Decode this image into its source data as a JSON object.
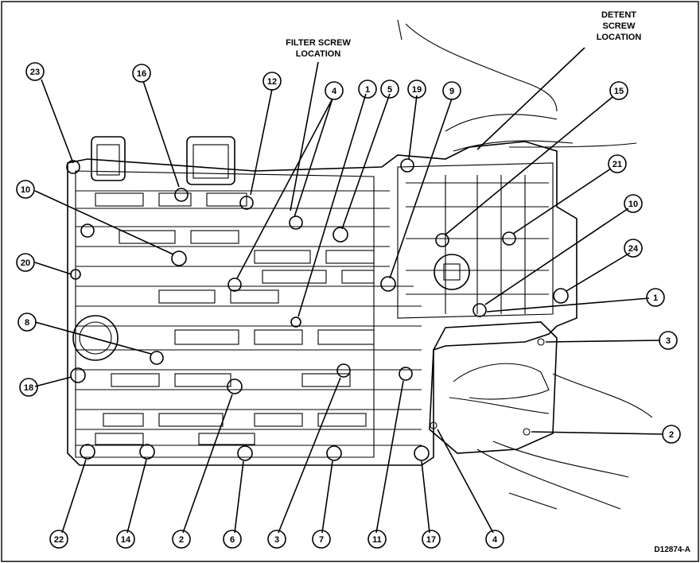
{
  "labels": {
    "filter_screw": [
      "FILTER SCREW",
      "LOCATION"
    ],
    "detent_screw": [
      "DETENT",
      "SCREW",
      "LOCATION"
    ],
    "reference_code": "D12874-A"
  },
  "callouts": [
    {
      "id": "c-top-23",
      "text": "23"
    },
    {
      "id": "c-top-16",
      "text": "16"
    },
    {
      "id": "c-top-12",
      "text": "12"
    },
    {
      "id": "c-top-4",
      "text": "4"
    },
    {
      "id": "c-top-1",
      "text": "1"
    },
    {
      "id": "c-top-5",
      "text": "5"
    },
    {
      "id": "c-top-19",
      "text": "19"
    },
    {
      "id": "c-top-9",
      "text": "9"
    },
    {
      "id": "c-right-15",
      "text": "15"
    },
    {
      "id": "c-right-21",
      "text": "21"
    },
    {
      "id": "c-right-10",
      "text": "10"
    },
    {
      "id": "c-right-24",
      "text": "24"
    },
    {
      "id": "c-right-1",
      "text": "1"
    },
    {
      "id": "c-right-3",
      "text": "3"
    },
    {
      "id": "c-right-2",
      "text": "2"
    },
    {
      "id": "c-left-10",
      "text": "10"
    },
    {
      "id": "c-left-20",
      "text": "20"
    },
    {
      "id": "c-left-8",
      "text": "8"
    },
    {
      "id": "c-left-18",
      "text": "18"
    },
    {
      "id": "c-bot-22",
      "text": "22"
    },
    {
      "id": "c-bot-14",
      "text": "14"
    },
    {
      "id": "c-bot-2",
      "text": "2"
    },
    {
      "id": "c-bot-6",
      "text": "6"
    },
    {
      "id": "c-bot-3",
      "text": "3"
    },
    {
      "id": "c-bot-7",
      "text": "7"
    },
    {
      "id": "c-bot-11",
      "text": "11"
    },
    {
      "id": "c-bot-17",
      "text": "17"
    },
    {
      "id": "c-bot-4",
      "text": "4"
    }
  ]
}
